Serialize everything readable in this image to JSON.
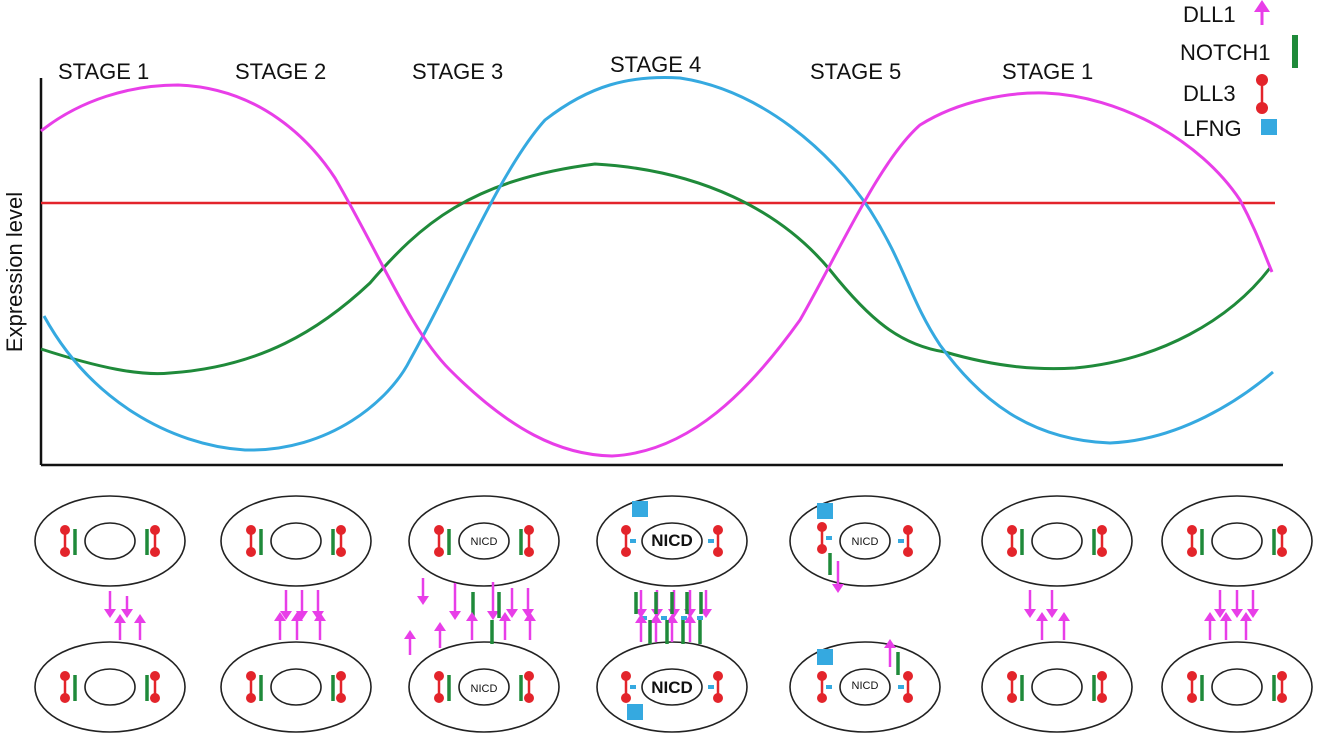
{
  "colors": {
    "dll1": "#e83ee8",
    "notch1": "#1f8a3a",
    "dll3": "#e3242b",
    "lfng": "#35a9e0",
    "axis": "#111111",
    "cell": "#222222"
  },
  "chart": {
    "ylabel": "Expression level",
    "stages": [
      "STAGE 1",
      "STAGE 2",
      "STAGE 3",
      "STAGE 4",
      "STAGE 5",
      "STAGE 1"
    ]
  },
  "legend": [
    {
      "label": "DLL1",
      "key": "dll1",
      "icon": "arrow-icon"
    },
    {
      "label": "NOTCH1",
      "key": "notch1",
      "icon": "bar-icon"
    },
    {
      "label": "DLL3",
      "key": "dll3",
      "icon": "dumbbell-icon"
    },
    {
      "label": "LFNG",
      "key": "lfng",
      "icon": "square-icon"
    }
  ],
  "nucleus_labels": {
    "stage3_top": "NICD",
    "stage3_bottom": "NICD",
    "stage4_top": "NICD",
    "stage4_bottom": "NICD",
    "stage5_top": "NICD",
    "stage5_bottom": "NICD"
  }
}
